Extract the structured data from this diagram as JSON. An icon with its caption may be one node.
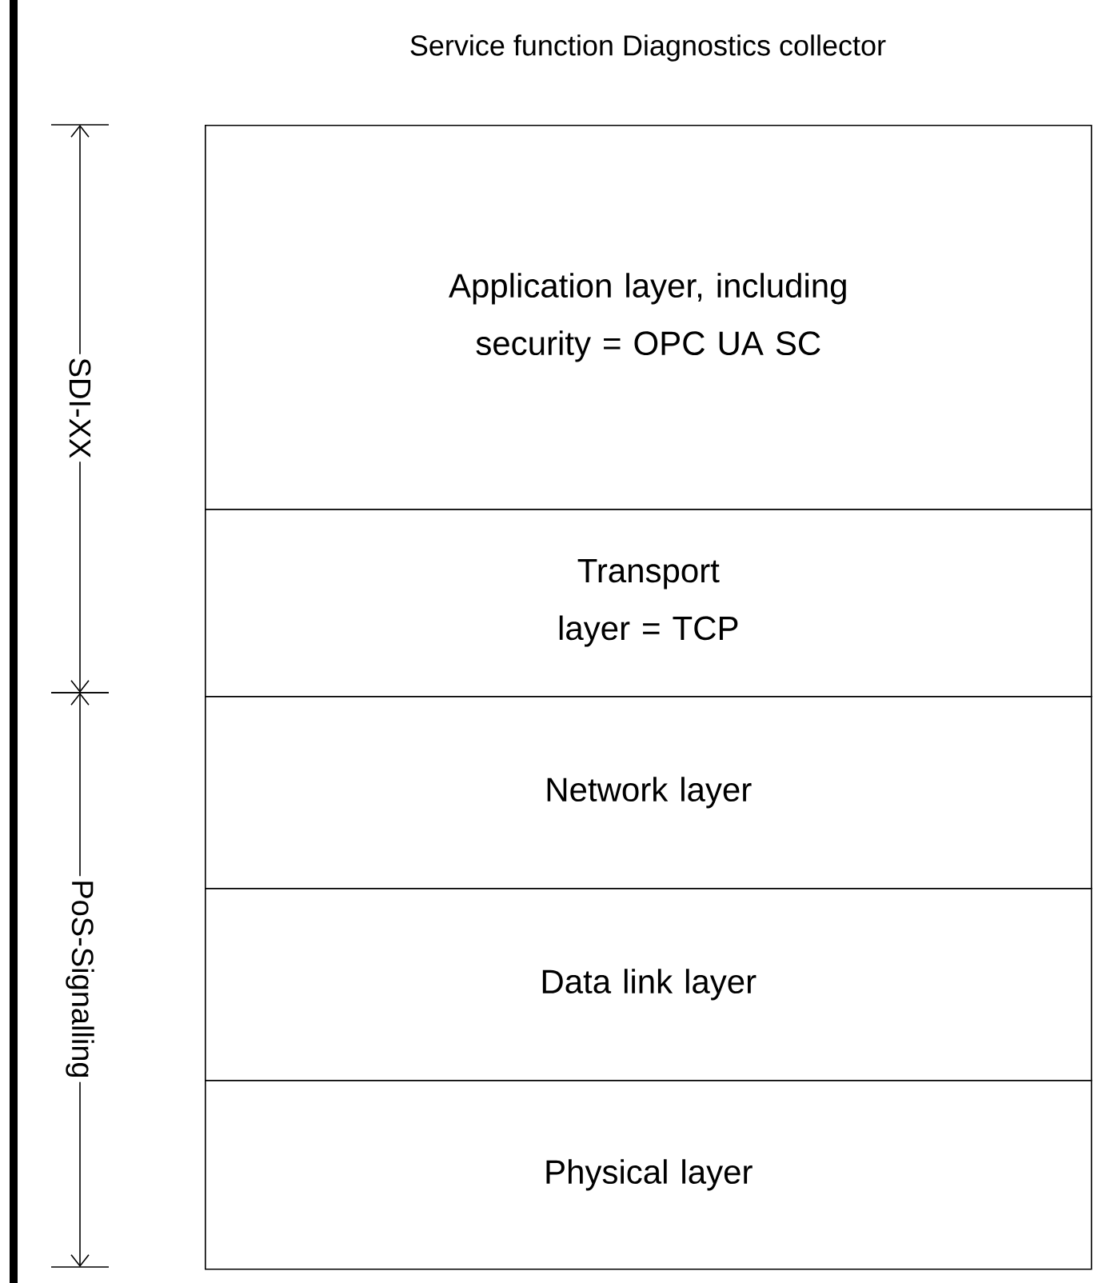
{
  "diagram": {
    "title": "Service function Diagnostics collector",
    "nodes": [
      {
        "text": [
          "Application layer, including security = OPC UA SC"
        ]
      },
      {
        "text": [
          "Transport layer = TCP"
        ]
      },
      {
        "text": [
          "Network layer"
        ]
      },
      {
        "text": [
          "Data link layer"
        ]
      },
      {
        "text": [
          "Physical layer"
        ]
      }
    ],
    "labels": [
      "SDI-XX",
      "PoS-Signalling"
    ]
  }
}
